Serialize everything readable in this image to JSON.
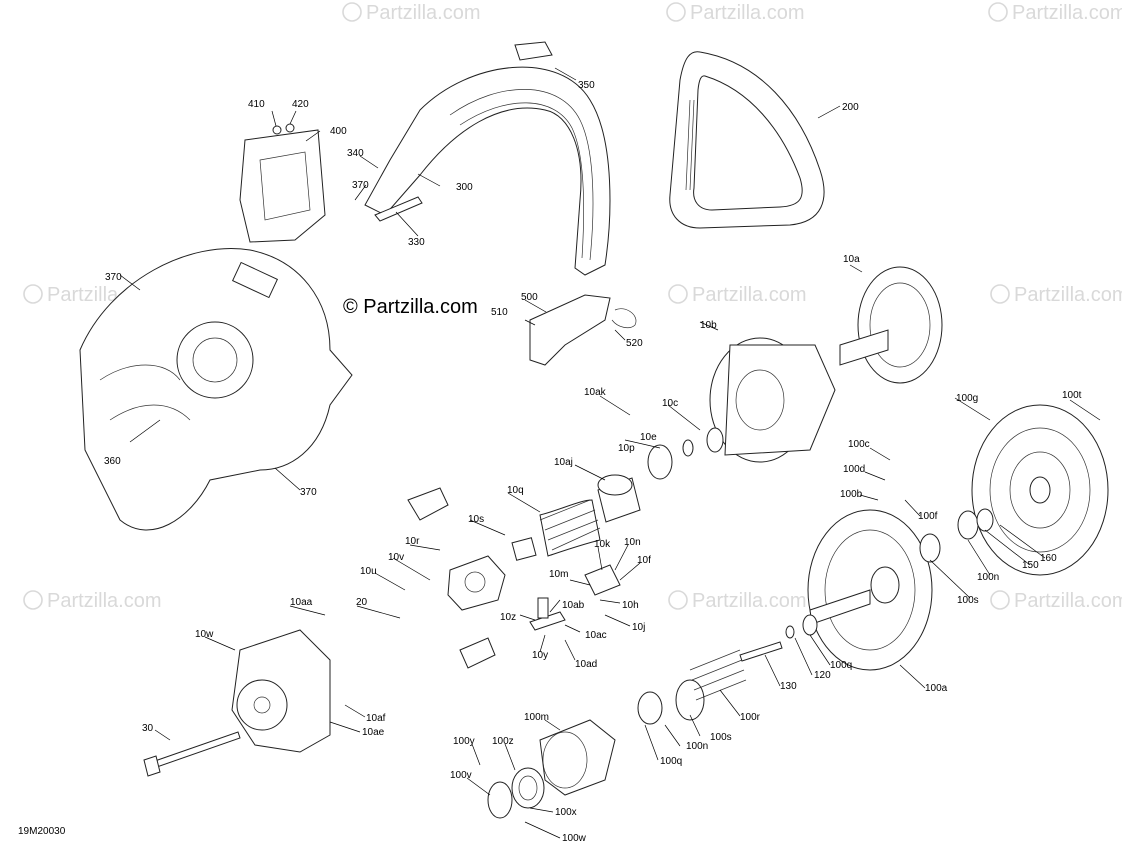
{
  "watermark": "Partzilla.com",
  "copyright": "© Partzilla.com",
  "diagram_id": "19M20030",
  "labels": {
    "l410": "410",
    "l420": "420",
    "l400": "400",
    "l340": "340",
    "l370a": "370",
    "l300": "300",
    "l330": "330",
    "l350": "350",
    "l200": "200",
    "l370b": "370",
    "l360": "360",
    "l370c": "370",
    "l500": "500",
    "l510": "510",
    "l520": "520",
    "l10a": "10a",
    "l10b": "10b",
    "l10ak": "10ak",
    "l10c": "10c",
    "l10e": "10e",
    "l10p": "10p",
    "l10aj": "10aj",
    "l10q": "10q",
    "l10s": "10s",
    "l10r": "10r",
    "l10v": "10v",
    "l10u": "10u",
    "l10aa": "10aa",
    "l20": "20",
    "l10w": "10w",
    "l30": "30",
    "l10k": "10k",
    "l10n": "10n",
    "l10f": "10f",
    "l10m": "10m",
    "l10ab": "10ab",
    "l10h": "10h",
    "l10z": "10z",
    "l10ac": "10ac",
    "l10j": "10j",
    "l10y": "10y",
    "l10ad": "10ad",
    "l10af": "10af",
    "l10ae": "10ae",
    "l100t": "100t",
    "l100g": "100g",
    "l100c": "100c",
    "l100d": "100d",
    "l100b": "100b",
    "l100f": "100f",
    "l160": "160",
    "l150": "150",
    "l100n_a": "100n",
    "l100s_a": "100s",
    "l100q_a": "100q",
    "l120": "120",
    "l130": "130",
    "l100a": "100a",
    "l100r": "100r",
    "l100s_b": "100s",
    "l100n_b": "100n",
    "l100q_b": "100q",
    "l100m": "100m",
    "l100y": "100y",
    "l100z": "100z",
    "l100v": "100v",
    "l100x": "100x",
    "l100w": "100w"
  }
}
